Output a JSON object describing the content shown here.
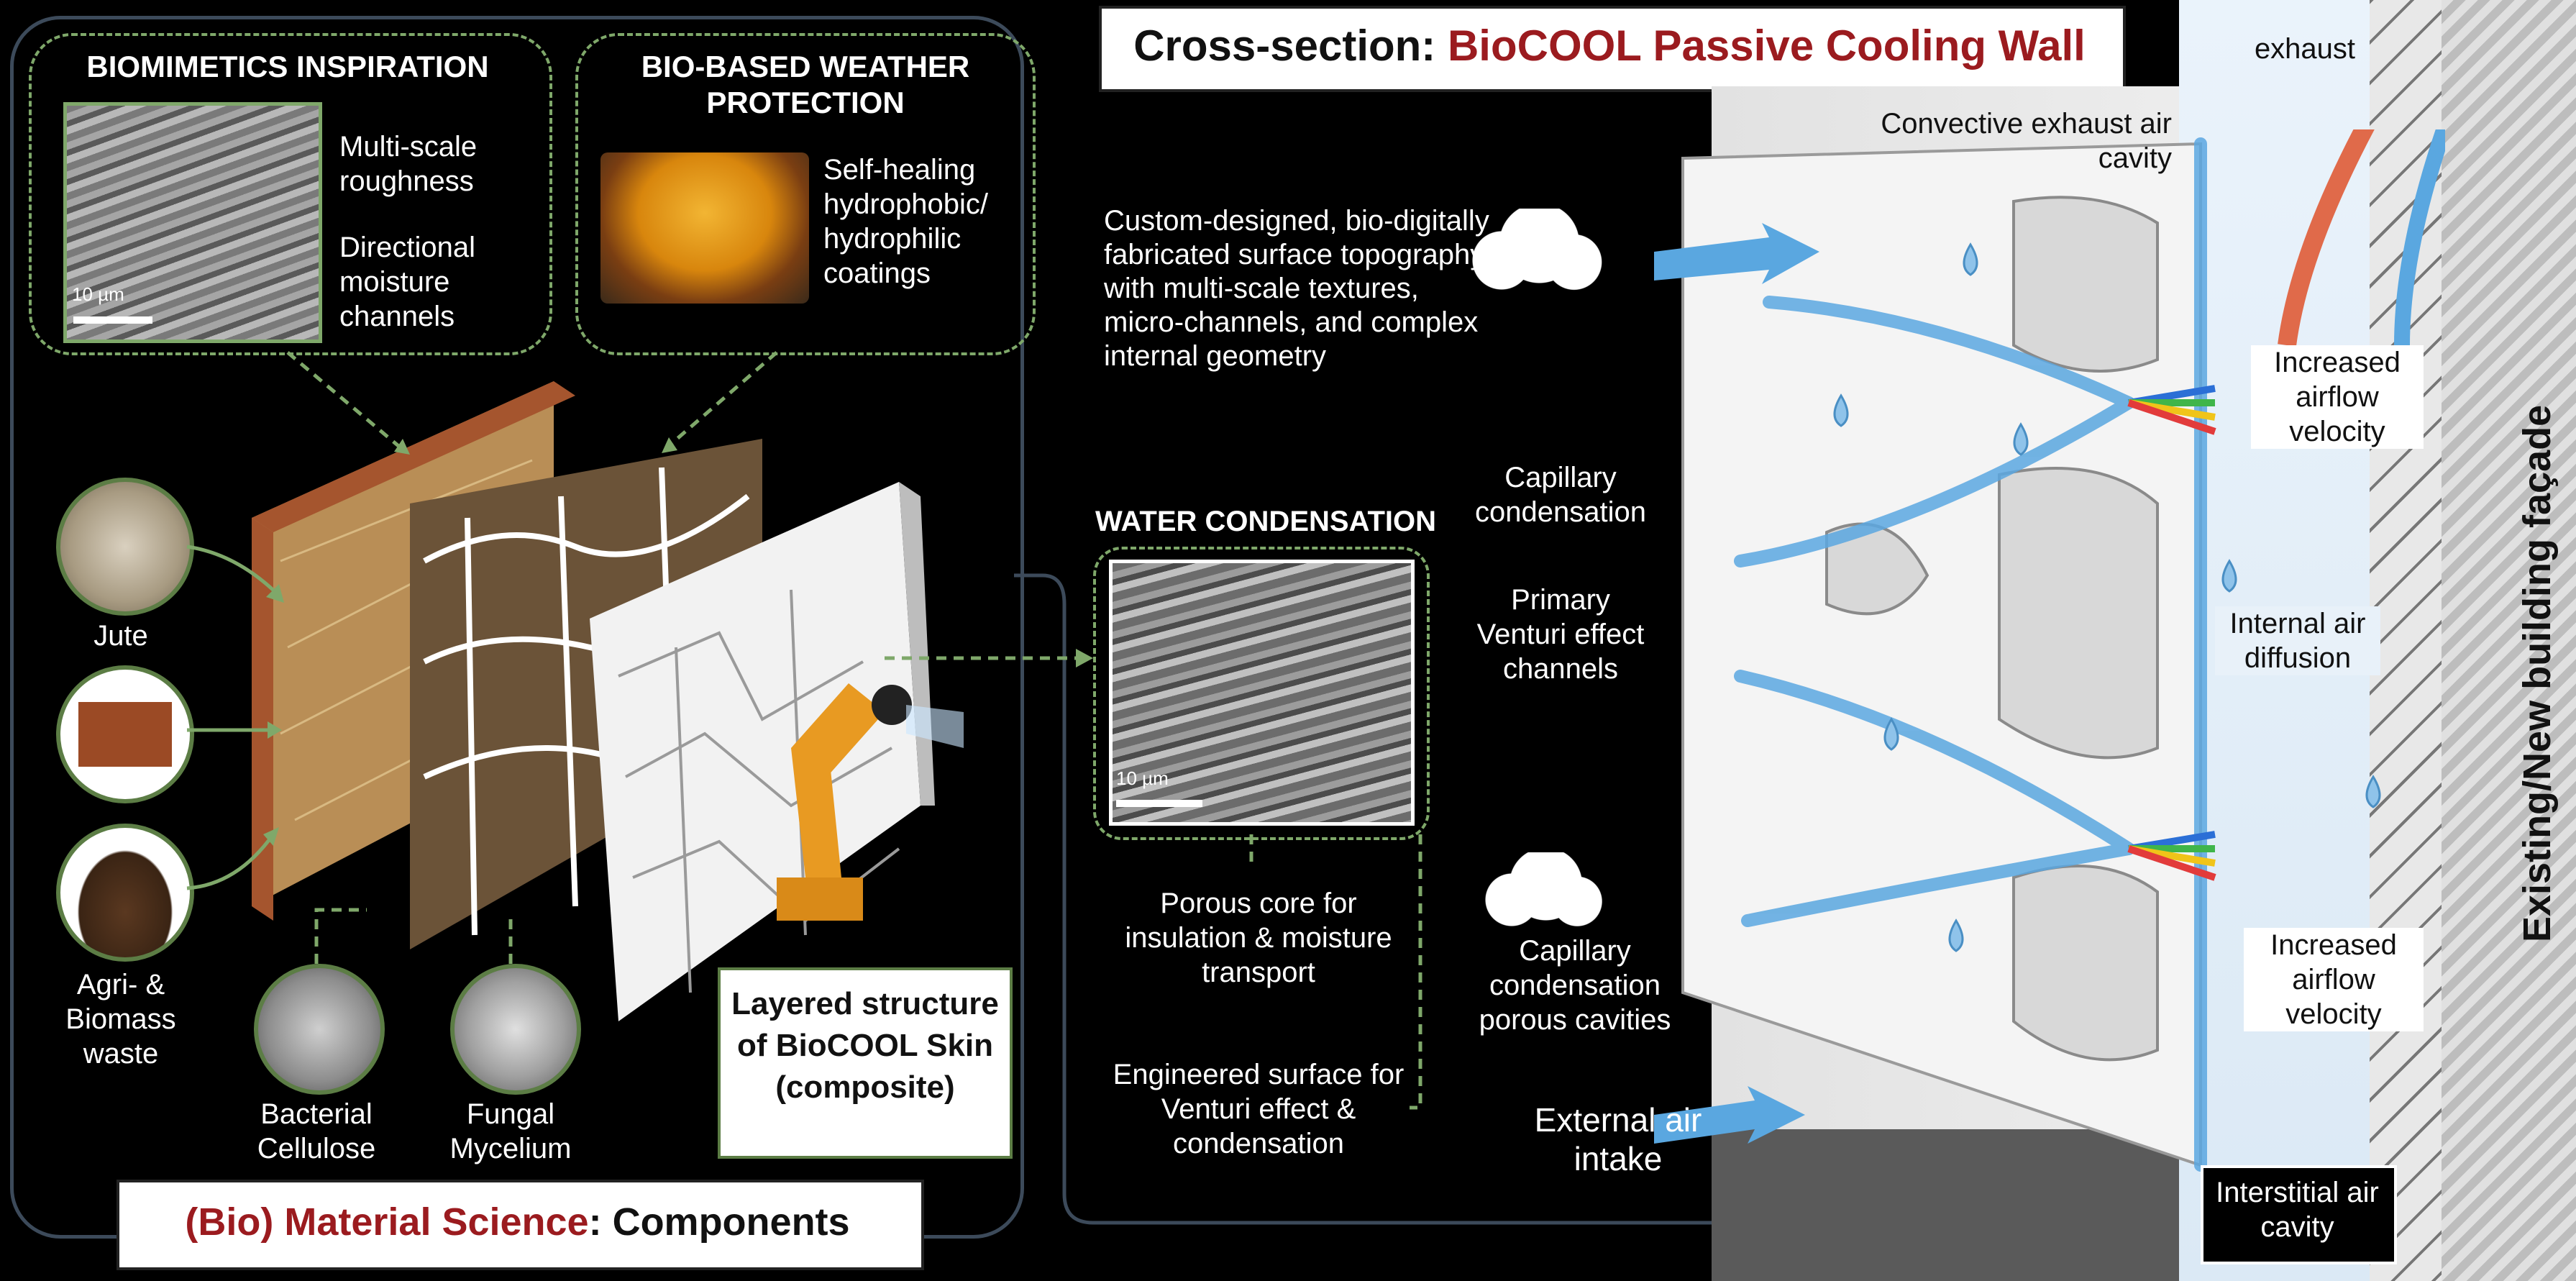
{
  "title": {
    "prefix": "Cross-section: ",
    "highlight": "BioCOOL Passive Cooling Wall"
  },
  "left_panel": {
    "inspiration": {
      "heading": "BIOMIMETICS INSPIRATION",
      "label1": "Multi-scale roughness",
      "label2": "Directional moisture channels",
      "scale": "10 µm"
    },
    "weather": {
      "heading": "BIO-BASED WEATHER PROTECTION",
      "label": "Self-healing hydrophobic/ hydrophilic coatings"
    },
    "materials": {
      "jute": "Jute",
      "agri": "Agri- & Biomass waste",
      "bacterial": "Bacterial Cellulose",
      "fungal": "Fungal Mycelium"
    },
    "layered_box": "Layered structure of BioCOOL Skin (composite)",
    "footer": {
      "highlight": "(Bio) Material Science",
      "rest": ": Components"
    }
  },
  "water_condensation": {
    "heading": "WATER CONDENSATION",
    "scale": "10 µm",
    "porous_core": "Porous core for insulation & moisture transport",
    "engineered": "Engineered surface for Venturi effect & condensation"
  },
  "section_labels": {
    "custom_designed": "Custom-designed, bio-digitally fabricated surface topography, with multi-scale textures, micro-channels, and complex internal geometry",
    "capillary_top": "Capillary condensation",
    "primary_venturi": "Primary Venturi effect channels",
    "capillary_bottom": "Capillary condensation porous cavities",
    "external_intake": "External air intake",
    "convective_exhaust": "Convective exhaust air cavity",
    "exhaust": "exhaust",
    "airflow_top": "Increased airflow velocity",
    "internal_diffusion": "Internal air diffusion",
    "airflow_bottom": "Increased airflow velocity",
    "interstitial": "Interstitial air cavity",
    "facade": "Existing/New building façade"
  },
  "colors": {
    "accent_red": "#9b1b1f",
    "dashed_green": "#7fa86a",
    "air_blue": "#5aa7e0",
    "wall_grey": "#d9d9d9"
  }
}
